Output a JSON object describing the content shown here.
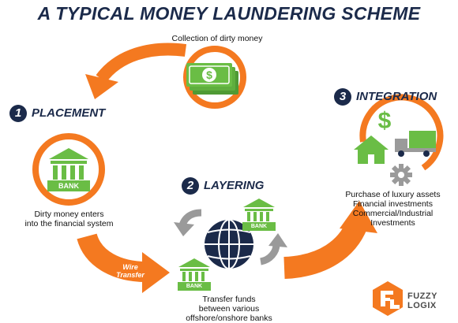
{
  "title": "A TYPICAL MONEY LAUNDERING SCHEME",
  "collection": {
    "caption": "Collection of dirty money"
  },
  "placement": {
    "number": "1",
    "title": "PLACEMENT",
    "bank_label": "BANK",
    "caption_line1": "Dirty money enters",
    "caption_line2": "into the financial system"
  },
  "wire": {
    "line1": "Wire",
    "line2": "Transfer"
  },
  "layering": {
    "number": "2",
    "title": "LAYERING",
    "bank_label": "BANK",
    "caption_line1": "Transfer funds",
    "caption_line2": "between various",
    "caption_line3": "offshore/onshore banks"
  },
  "integration": {
    "number": "3",
    "title": "INTEGRATION",
    "caption_line1": "Purchase of luxury assets",
    "caption_line2": "Financial investments",
    "caption_line3": "Commercial/Industrial",
    "caption_line4": "Investments"
  },
  "brand": {
    "line1": "FUZZY",
    "line2": "LOGIX"
  },
  "colors": {
    "orange": "#f47920",
    "navy": "#1b2a4a",
    "green": "#6abd45",
    "gray": "#9a9a9a"
  }
}
